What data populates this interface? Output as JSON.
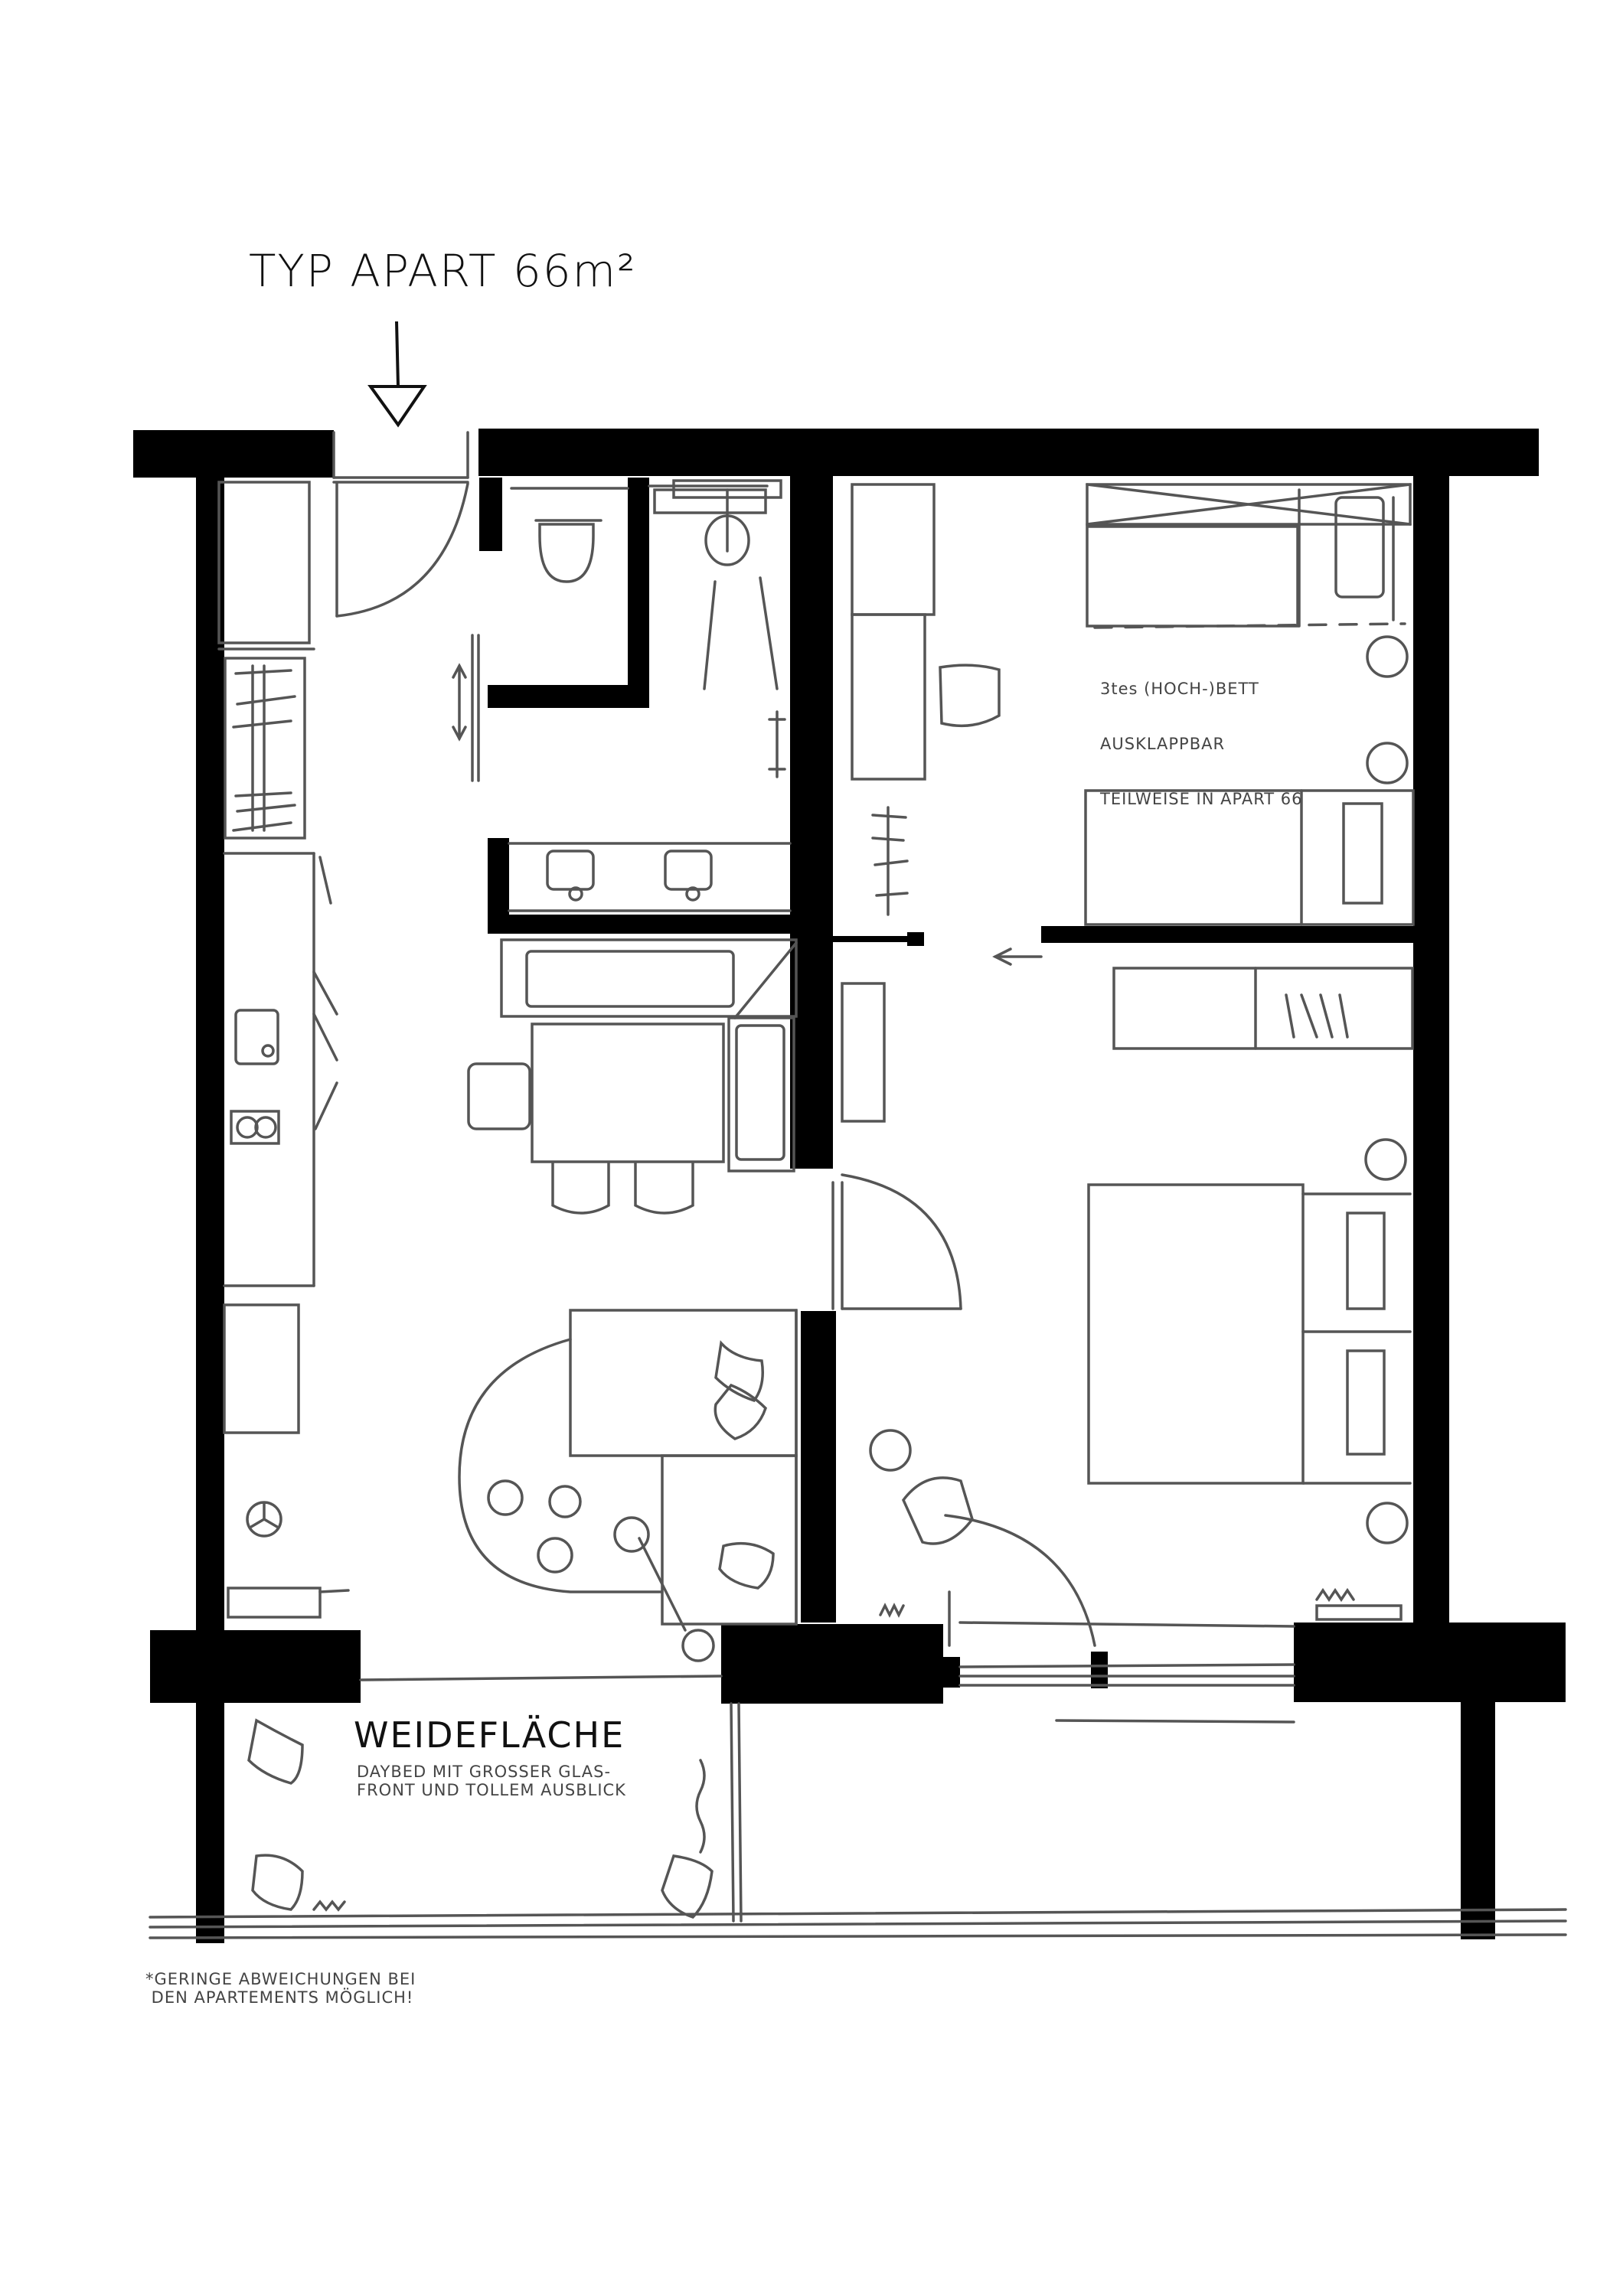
{
  "header": {
    "title": "TYP APART 66m²",
    "entrance_marker": "arrow-down-triangle"
  },
  "rooms": {
    "bedroom_upper": {
      "note_lines": [
        "3tes (HOCH-)BETT",
        "AUSKLAPPBAR",
        "TEILWEISE IN APART 66"
      ]
    },
    "loggia": {
      "title": "WEIDEFLÄCHE",
      "subtitle_lines": [
        "DAYBED MIT GROSSER GLAS-",
        "FRONT UND TOLLEM AUSBLICK"
      ]
    }
  },
  "footer": {
    "disclaimer_lines": [
      "*GERINGE ABWEICHUNGEN BEI",
      " DEN APARTEMENTS MÖGLICH!"
    ]
  },
  "colors": {
    "wall": "#000000",
    "sketch_line": "#555555",
    "background": "#ffffff",
    "text": "#111111",
    "note_text": "#444444"
  },
  "icons": {
    "entrance": "arrow-down-icon",
    "toilet": "toilet-icon",
    "shower": "shower-icon",
    "sink": "sink-icon",
    "stove": "stove-icon",
    "bed": "bed-icon",
    "chair": "chair-icon",
    "rug": "rug-icon",
    "lamp": "floor-lamp-icon",
    "nightstand": "nightstand-lamp-icon",
    "radiator": "radiator-icon",
    "pillow": "pillow-icon"
  }
}
